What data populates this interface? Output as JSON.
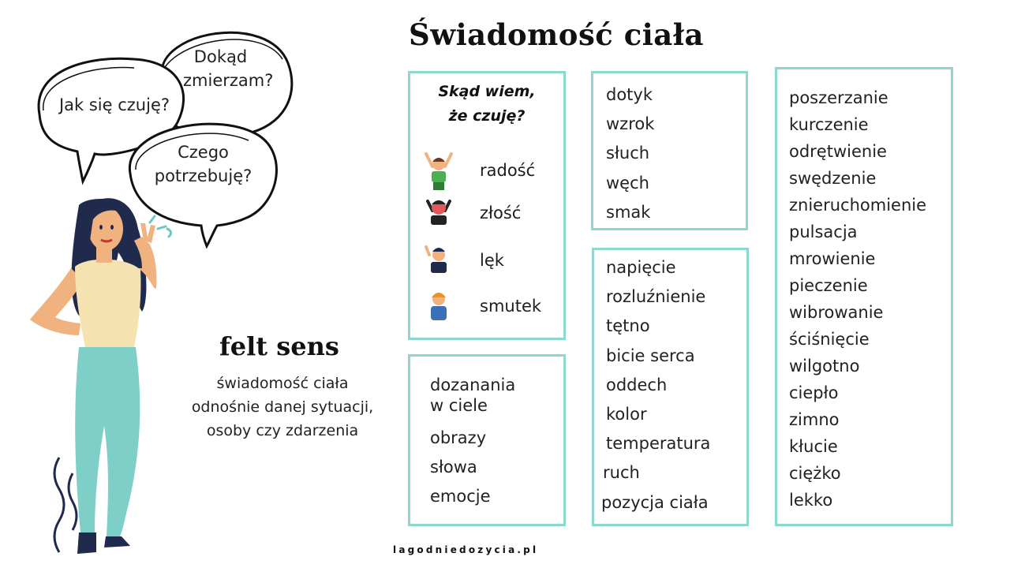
{
  "title": "Świadomość ciała",
  "bubbles": {
    "how_feel": "Jak się czuję?",
    "where_line1": "Dokąd",
    "where_line2": "zmierzam?",
    "need_line1": "Czego",
    "need_line2": "potrzebuję?"
  },
  "felt_sense": {
    "title": "felt sens",
    "line1": "świadomość ciała",
    "line2": "odnośnie danej sytuacji,",
    "line3": "osoby czy zdarzenia"
  },
  "emotions_box": {
    "heading_line1": "Skąd wiem,",
    "heading_line2": "że czuję?",
    "items": [
      "radość",
      "złość",
      "lęk",
      "smutek"
    ]
  },
  "experience_box": {
    "items": [
      "dozanania",
      "w ciele",
      "obrazy",
      "słowa",
      "emocje"
    ]
  },
  "senses_box": {
    "items": [
      "dotyk",
      "wzrok",
      "słuch",
      "węch",
      "smak"
    ]
  },
  "body_signals_box": {
    "items": [
      "napięcie",
      "rozluźnienie",
      "tętno",
      "bicie serca",
      "oddech",
      "kolor",
      "temperatura",
      "ruch",
      "pozycja ciała"
    ]
  },
  "sensations_box": {
    "items": [
      "poszerzanie",
      "kurczenie",
      "odrętwienie",
      "swędzenie",
      "znieruchomienie",
      "pulsacja",
      "mrowienie",
      "pieczenie",
      "wibrowanie",
      "ściśnięcie",
      "wilgotno",
      "ciepło",
      "zimno",
      "kłucie",
      "ciężko",
      "lekko"
    ]
  },
  "footer": "lagodniedozycia.pl",
  "colors": {
    "box_border": "#8dd8cf",
    "pants": "#7fcfc9",
    "top": "#f4e3b0",
    "hair": "#1f2a4d",
    "skin": "#f0b27f"
  }
}
